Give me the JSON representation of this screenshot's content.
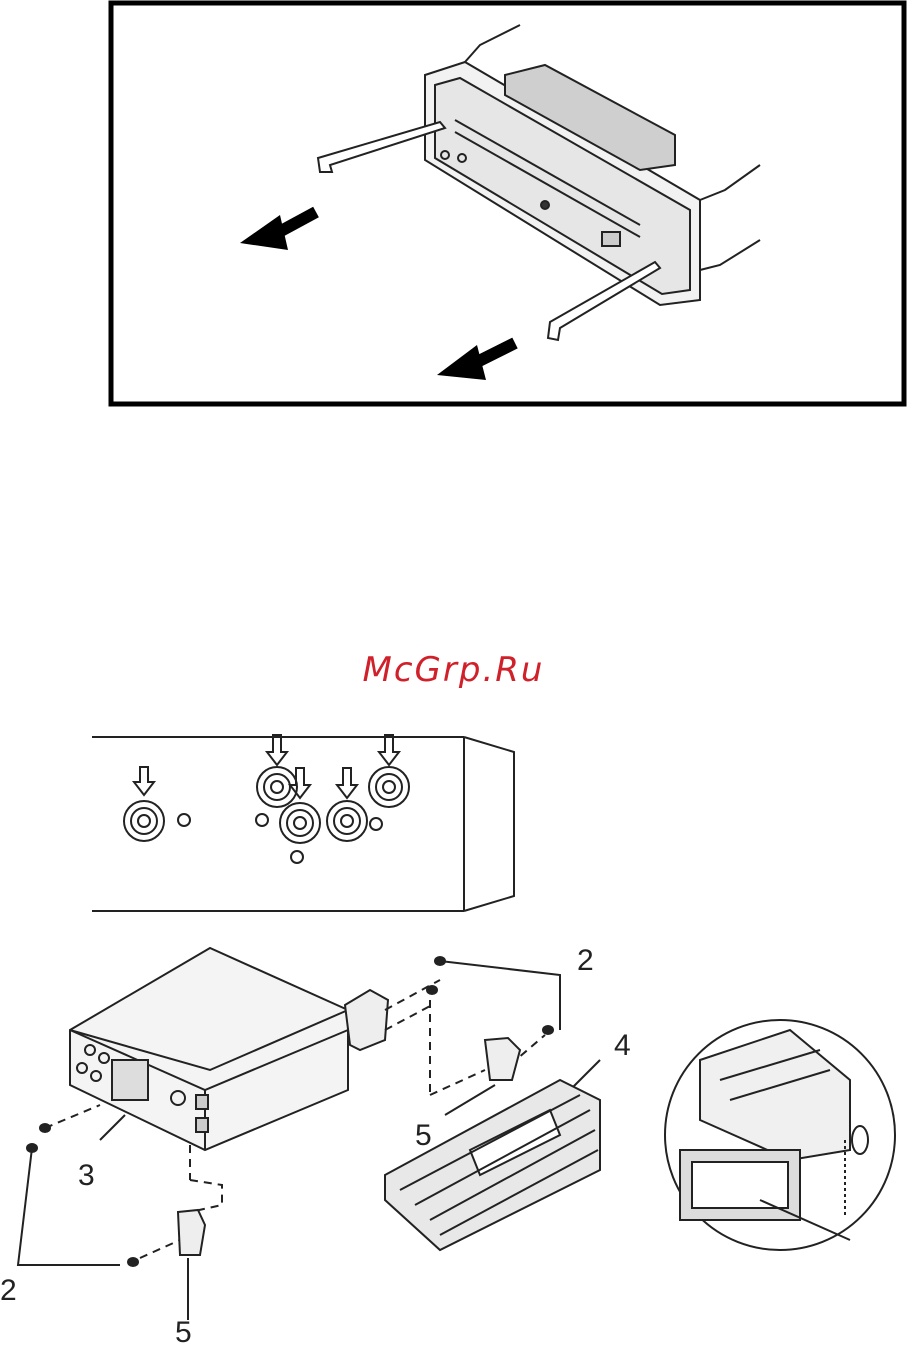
{
  "watermark": {
    "text": "McGrp.Ru",
    "color": "#d0202a"
  },
  "callouts": {
    "c2_top": "2",
    "c4": "4",
    "c5_mid": "5",
    "c3": "3",
    "c2_bottom": "2",
    "c5_bottom": "5"
  },
  "icons": [
    "arrow-left-icon",
    "arrow-down-icon",
    "screw-icon",
    "bracket-icon"
  ]
}
